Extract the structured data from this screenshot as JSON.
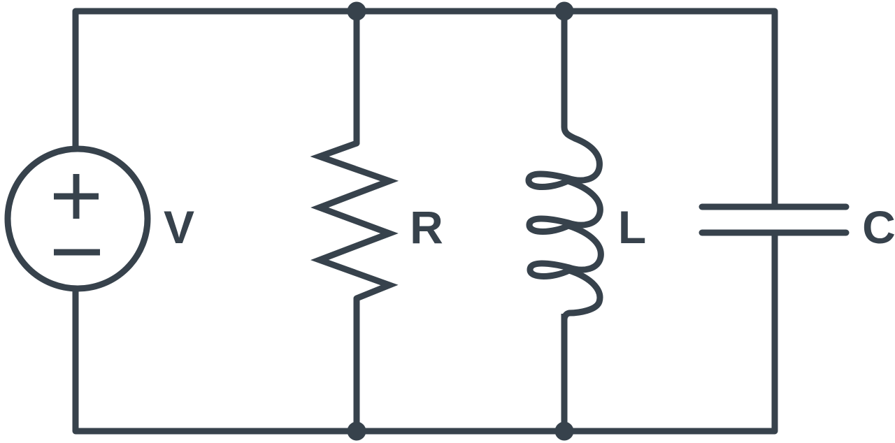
{
  "diagram": {
    "kind": "circuit-schematic",
    "description": "Parallel RLC circuit driven by a voltage source",
    "topology": "parallel",
    "colors": {
      "line": "#37424C",
      "background": "#FFFFFF"
    },
    "components": [
      {
        "id": "source",
        "type": "voltage-source",
        "label": "V",
        "polarity_top": "+",
        "polarity_bottom": "−"
      },
      {
        "id": "resistor",
        "type": "resistor",
        "label": "R"
      },
      {
        "id": "inductor",
        "type": "inductor",
        "label": "L"
      },
      {
        "id": "capacitor",
        "type": "capacitor",
        "label": "C"
      }
    ],
    "junction_count": 4
  }
}
